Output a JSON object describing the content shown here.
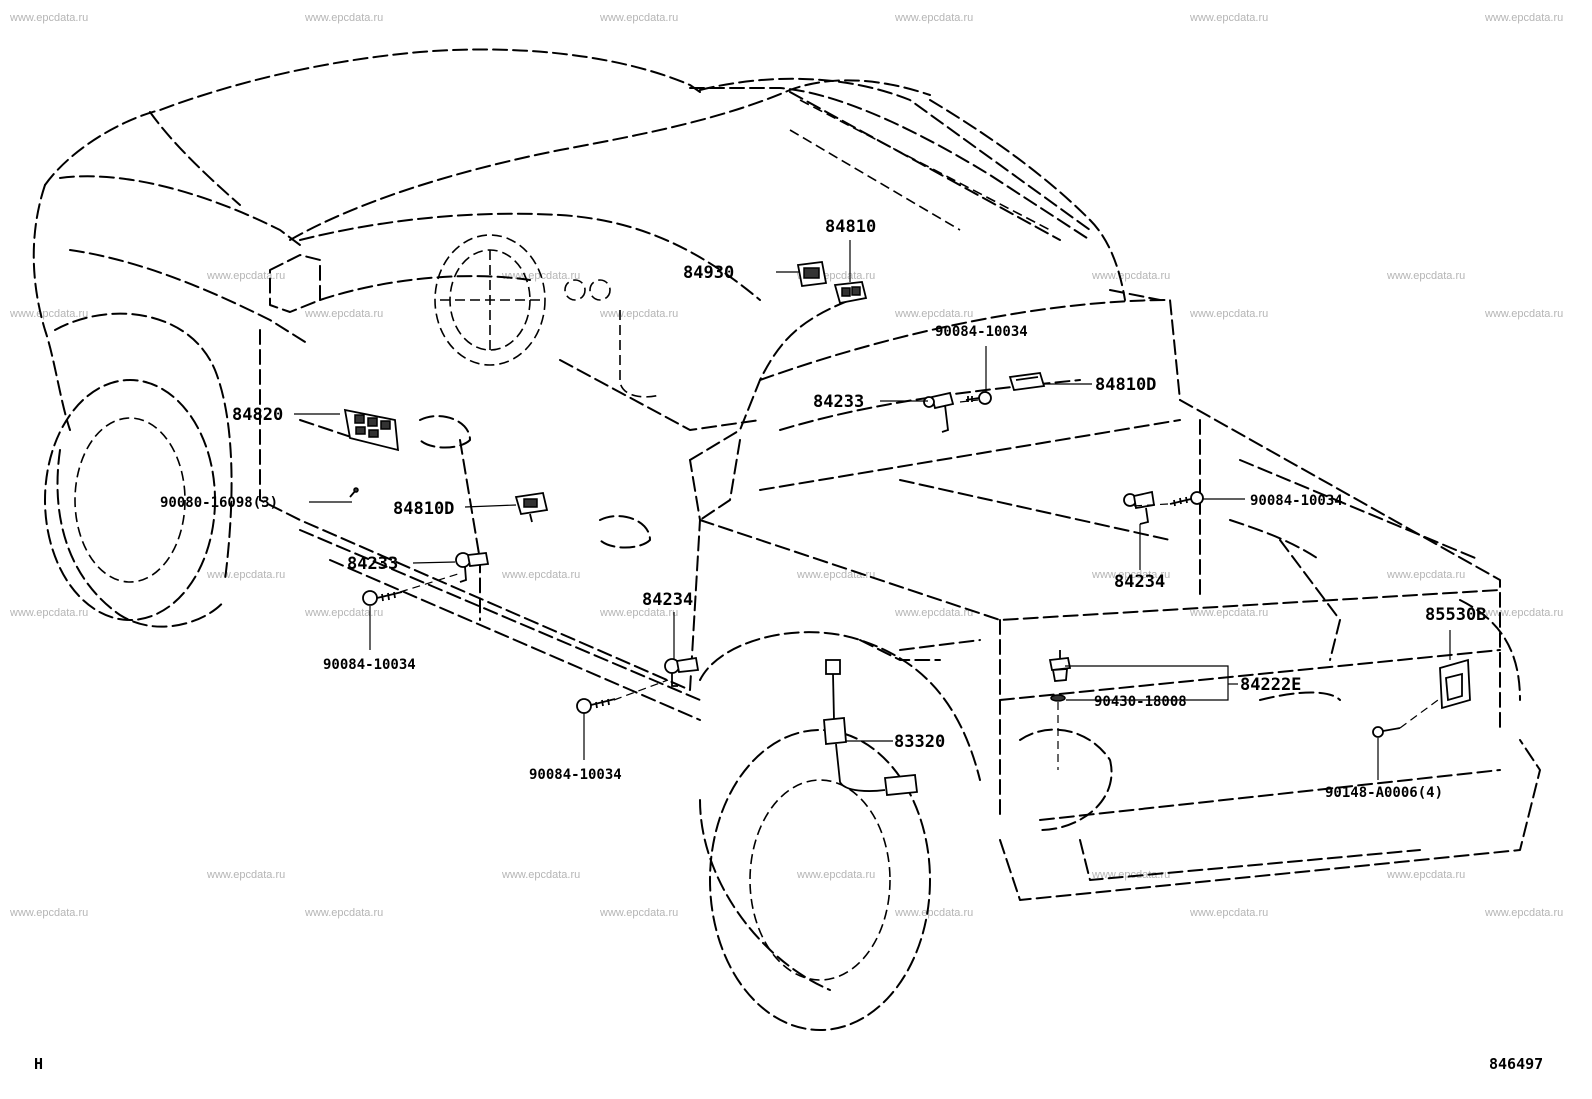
{
  "watermark": "www.epcdata.ru",
  "corner_left": "H",
  "corner_right": "846497",
  "labels": {
    "p84810": "84810",
    "p84930": "84930",
    "p90084_top": "90084-10034",
    "p84810D_right": "84810D",
    "p84233_right": "84233",
    "p84820": "84820",
    "p90080": "90080-16098(3)",
    "p84810D_left": "84810D",
    "p84233_left": "84233",
    "p90084_left": "90084-10034",
    "p90084_mid": "90084-10034",
    "p84234_right": "84234",
    "p84234_left": "84234",
    "p85530B": "85530B",
    "p84222E": "84222E",
    "p90430": "90430-18008",
    "p83320": "83320",
    "p90084_bottom": "90084-10034",
    "p90148": "90148-A0006(4)"
  }
}
